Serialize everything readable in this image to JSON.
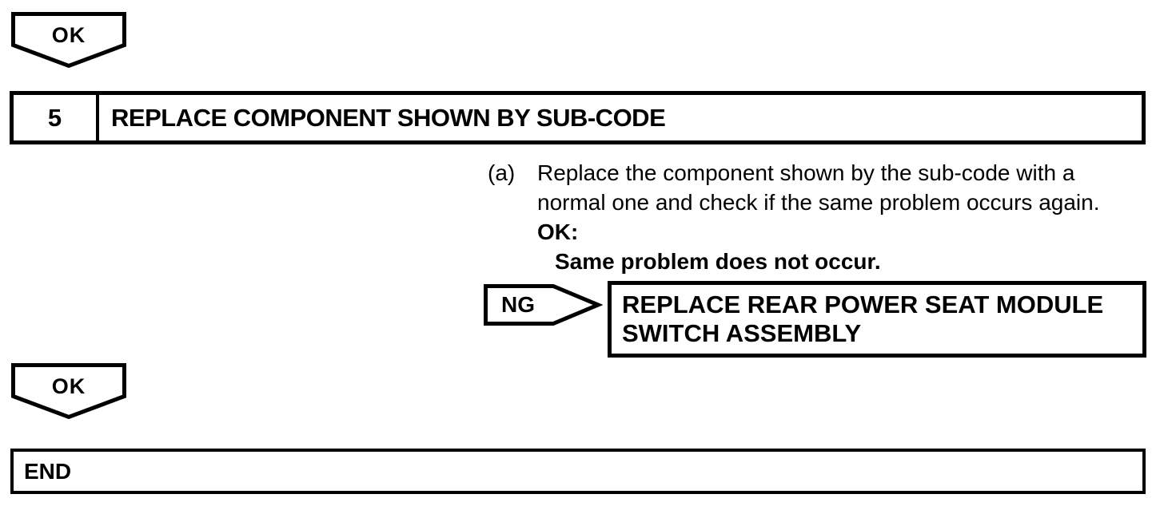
{
  "colors": {
    "ink": "#000000",
    "paper": "#ffffff"
  },
  "flowchart": {
    "connector_top": {
      "label": "OK"
    },
    "step": {
      "number": "5",
      "title": "REPLACE COMPONENT SHOWN BY SUB-CODE"
    },
    "instruction": {
      "marker": "(a)",
      "line1": "Replace the component shown by the sub-code with a",
      "line2": "normal one and check if the same problem occurs again.",
      "ok_label": "OK:",
      "ok_condition": "Same problem does not occur."
    },
    "ng_branch": {
      "label": "NG",
      "action_line1": "REPLACE REAR POWER SEAT MODULE",
      "action_line2": "SWITCH ASSEMBLY"
    },
    "connector_bottom": {
      "label": "OK"
    },
    "terminator": {
      "label": "END"
    }
  }
}
